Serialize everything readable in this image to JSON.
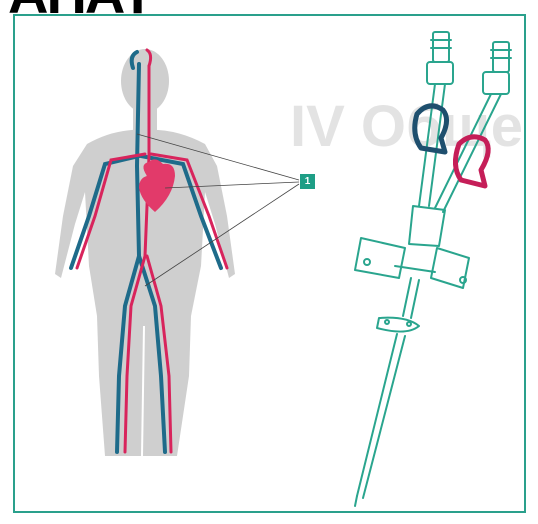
{
  "header": {
    "cropped_title": "АНАТ"
  },
  "watermark": {
    "text": "IV Обще"
  },
  "diagram": {
    "callout_label": "1",
    "colors": {
      "frame": "#2aa08c",
      "artery": "#d8245c",
      "vein": "#1e6b8a",
      "catheter": "#2aa58e",
      "body": "#cfcfcf",
      "heart": "#e23a6a"
    },
    "icons": [
      "human-body-silhouette",
      "heart-icon",
      "central-venous-catheter-icon"
    ]
  }
}
